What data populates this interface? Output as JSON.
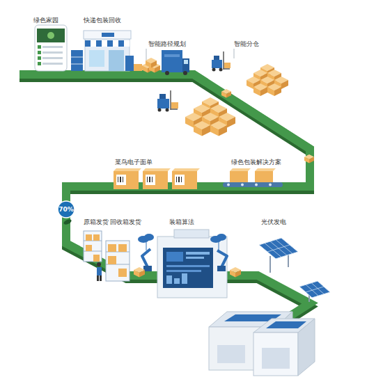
{
  "diagram": {
    "nodes": [
      {
        "text": [
          "绿色家园"
        ]
      },
      {
        "text": [
          "快递包装回收"
        ]
      },
      {
        "text": [
          "智能路径规划"
        ]
      },
      {
        "text": [
          "智能分仓"
        ]
      },
      {
        "text": [
          "菜鸟电子面单"
        ]
      },
      {
        "text": [
          "绿色包装解决方案"
        ]
      },
      {
        "text": [
          "70%"
        ]
      },
      {
        "text": [
          "原箱发货",
          "回收箱发货"
        ]
      },
      {
        "text": [
          "装箱算法"
        ]
      },
      {
        "text": [
          "光伏发电"
        ]
      }
    ],
    "edges": [
      {
        "from": 0,
        "to": 1,
        "arrow": "none"
      },
      {
        "from": 1,
        "to": 2,
        "arrow": "none"
      },
      {
        "from": 2,
        "to": 3,
        "arrow": "none"
      },
      {
        "from": 3,
        "to": 5,
        "arrow": "none"
      },
      {
        "from": 5,
        "to": 4,
        "arrow": "none"
      },
      {
        "from": 4,
        "to": 6,
        "arrow": "none"
      },
      {
        "from": 6,
        "to": 7,
        "arrow": "none"
      },
      {
        "from": 7,
        "to": 8,
        "arrow": "none"
      },
      {
        "from": 8,
        "to": 9,
        "arrow": "none"
      }
    ]
  }
}
